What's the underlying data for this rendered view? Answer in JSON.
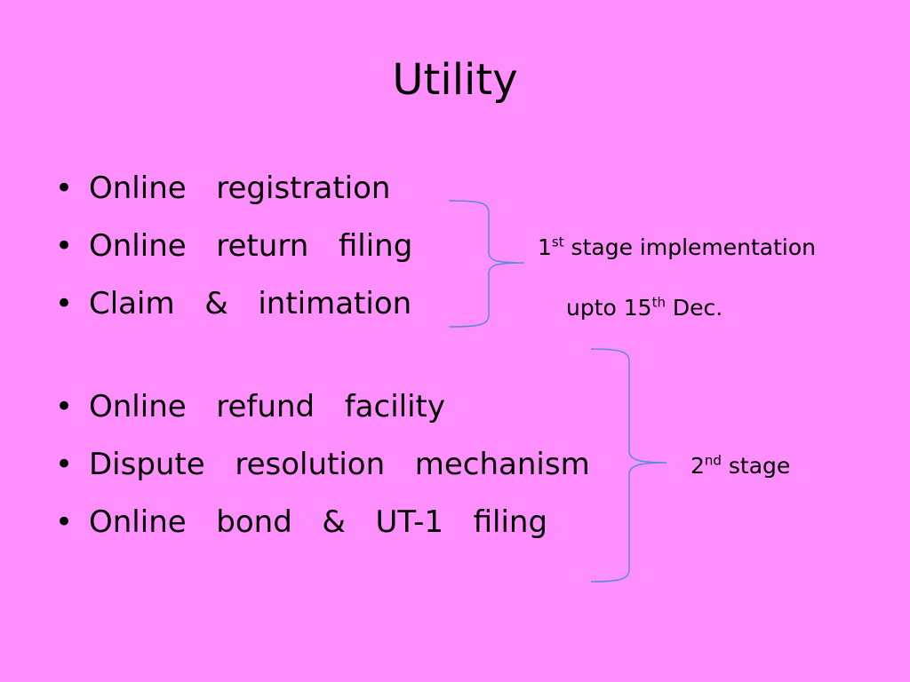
{
  "slide": {
    "title": "Utility",
    "bullet_symbol": "•",
    "group1": [
      "Online  registration",
      "Online  return  filing",
      "Claim  &  intimation"
    ],
    "group2": [
      "Online  refund  facility",
      "Dispute  resolution  mechanism",
      "Online  bond  &  UT-1  filing"
    ],
    "stage1": {
      "num": "1",
      "suffix": "st",
      "text": " stage implementation",
      "line2_prefix": "upto 15",
      "line2_suffix": "th",
      "line2_text": " Dec."
    },
    "stage2": {
      "num": "2",
      "suffix": "nd",
      "text": " stage"
    },
    "colors": {
      "background": "#ff8ffd",
      "brace": "#5b8bd6"
    }
  }
}
